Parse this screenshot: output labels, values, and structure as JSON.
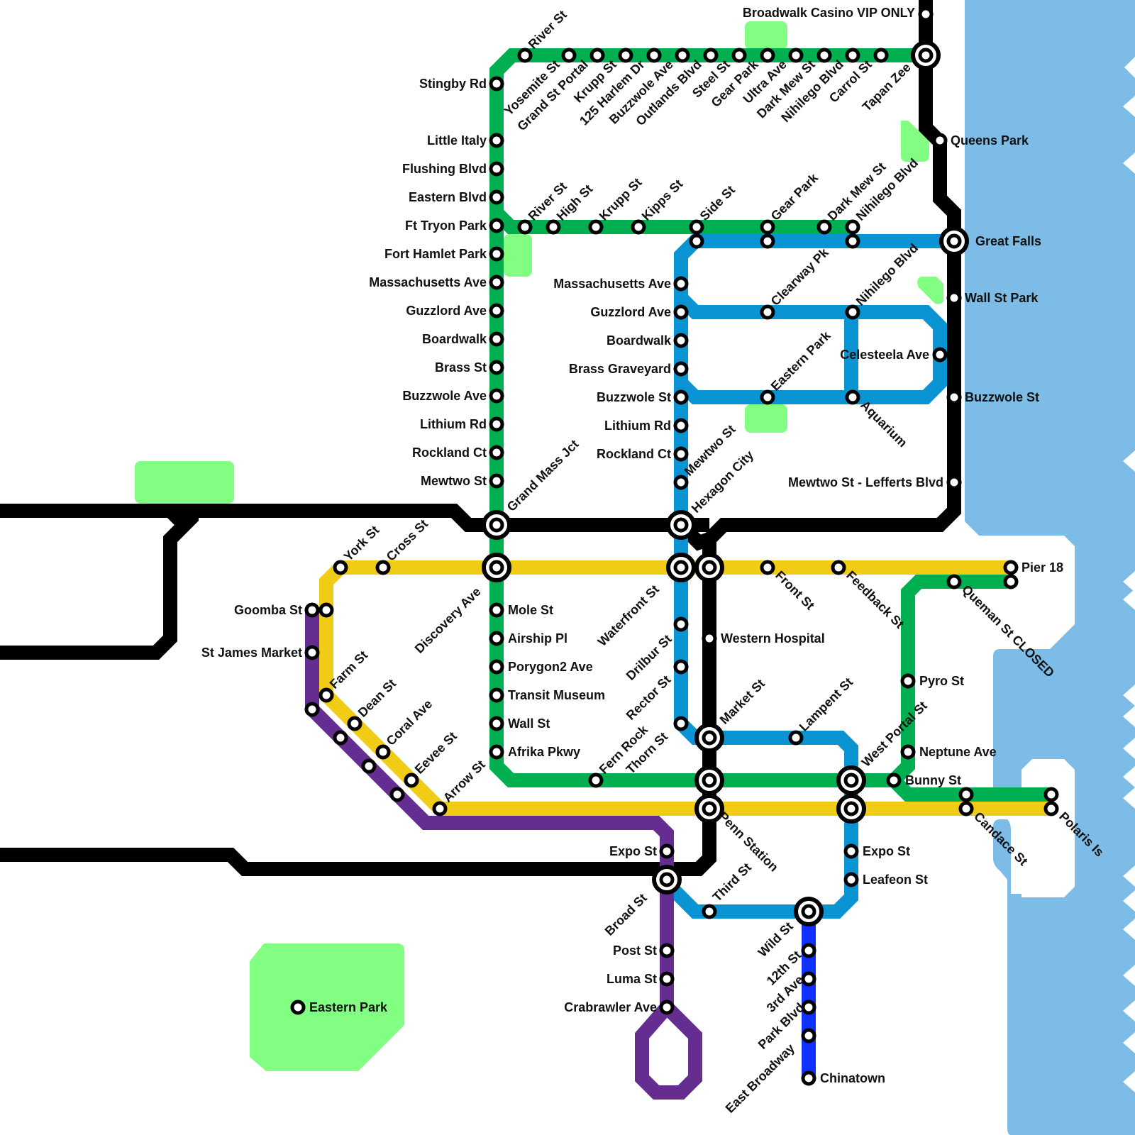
{
  "map_title": "Transit Network Map",
  "colors": {
    "green_line": "#00b050",
    "blue_line": "#0b94d4",
    "yellow_line": "#f0cc16",
    "purple_line": "#662d91",
    "black_line": "#000000",
    "express_blue_line": "#0f31ff",
    "water": "#7cbce6",
    "park": "#82ff82"
  },
  "lines": [
    {
      "id": "green",
      "name": "Green Line"
    },
    {
      "id": "blue",
      "name": "Blue Line"
    },
    {
      "id": "yellow",
      "name": "Yellow Line"
    },
    {
      "id": "purple",
      "name": "Purple Line"
    },
    {
      "id": "black",
      "name": "Black Line"
    },
    {
      "id": "express_blue",
      "name": "Express Blue Line"
    }
  ],
  "stations": {
    "green_top": [
      "River St",
      "Yosemite St",
      "Grand St Portal",
      "Krupp St",
      "125 Harlem Dr",
      "Buzzwole Ave",
      "Outlands Blvd",
      "Steel St",
      "Gear Park",
      "Ultra Ave",
      "Dark Mew St",
      "Nihilego Blvd",
      "Carrol St",
      "Tapan Zee"
    ],
    "green_mid": [
      "River St",
      "High St",
      "Krupp St",
      "Kipps St",
      "Side St",
      "Gear Park",
      "Dark Mew St",
      "Nihilego Blvd"
    ],
    "green_west": [
      "Stingby Rd",
      "Little Italy",
      "Flushing Blvd",
      "Eastern Blvd",
      "Ft Tryon Park",
      "Fort Hamlet Park",
      "Massachusetts Ave",
      "Guzzlord Ave",
      "Boardwalk",
      "Brass St",
      "Buzzwole Ave",
      "Lithium Rd",
      "Rockland Ct",
      "Mewtwo St",
      "Grand Mass Jct",
      "Discovery Ave",
      "Mole St",
      "Airship Pl",
      "Porygon2 Ave",
      "Transit Museum",
      "Wall St",
      "Afrika Pkwy"
    ],
    "green_south": [
      "Fern Rock",
      "Bunny St",
      "Pyro St",
      "Neptune Ave",
      "Queman St CLOSED",
      "Pier 18",
      "Candace St",
      "Polaris Is"
    ],
    "blue_west": [
      "Massachusetts Ave",
      "Guzzlord Ave",
      "Boardwalk",
      "Brass Graveyard",
      "Buzzwole St",
      "Lithium Rd",
      "Rockland Ct",
      "Mewtwo St",
      "Hexagon City",
      "Waterfront St",
      "Drilbur St",
      "Rector St",
      "Thorn St"
    ],
    "blue_east": [
      "Clearway Pk",
      "Nihilego Blvd",
      "Eastern Park",
      "Aquarium",
      "Celesteela Ave"
    ],
    "blue_south": [
      "Lampent St",
      "West Portal St",
      "Expo St",
      "Leafeon St",
      "Third St",
      "Broad St"
    ],
    "yellow": [
      "York St",
      "Cross St",
      "Goomba St",
      "Farm St",
      "Dean St",
      "Coral Ave",
      "Eevee St",
      "Arrow St",
      "Front St",
      "Feedback St"
    ],
    "purple": [
      "St James Market",
      "Expo St",
      "Post St",
      "Luma St",
      "Crabrawler Ave"
    ],
    "black": [
      "Broadwalk Casino VIP ONLY",
      "Queens Park",
      "Great Falls",
      "Wall St Park",
      "Buzzwole St",
      "Mewtwo St - Lefferts Blvd",
      "Western Hospital",
      "Market St",
      "Penn Station"
    ],
    "express_blue": [
      "Wild St",
      "12th St",
      "3rd Ave",
      "Park Blvd",
      "East Broadway",
      "Chinatown"
    ],
    "standalone": [
      "Eastern Park"
    ]
  },
  "labels": [
    {
      "id": "l1",
      "text": "Broadwalk Casino VIP ONLY"
    },
    {
      "id": "l2",
      "text": "River St"
    },
    {
      "id": "l3",
      "text": "Yosemite St"
    },
    {
      "id": "l4",
      "text": "Grand St Portal"
    },
    {
      "id": "l5",
      "text": "Krupp St"
    },
    {
      "id": "l6",
      "text": "125 Harlem Dr"
    },
    {
      "id": "l7",
      "text": "Buzzwole Ave"
    },
    {
      "id": "l8",
      "text": "Outlands Blvd"
    },
    {
      "id": "l9",
      "text": "Steel St"
    },
    {
      "id": "l10",
      "text": "Gear Park"
    },
    {
      "id": "l11",
      "text": "Ultra Ave"
    },
    {
      "id": "l12",
      "text": "Dark Mew St"
    },
    {
      "id": "l13",
      "text": "Nihilego Blvd"
    },
    {
      "id": "l14",
      "text": "Carrol St"
    },
    {
      "id": "l15",
      "text": "Tapan Zee"
    },
    {
      "id": "l16",
      "text": "Stingby Rd"
    },
    {
      "id": "l17",
      "text": "Little Italy"
    },
    {
      "id": "l18",
      "text": "Flushing Blvd"
    },
    {
      "id": "l19",
      "text": "Eastern Blvd"
    },
    {
      "id": "l20",
      "text": "Ft Tryon Park"
    },
    {
      "id": "l21",
      "text": "Fort Hamlet Park"
    },
    {
      "id": "l22",
      "text": "Massachusetts Ave"
    },
    {
      "id": "l23",
      "text": "Guzzlord Ave"
    },
    {
      "id": "l24",
      "text": "Boardwalk"
    },
    {
      "id": "l25",
      "text": "Brass St"
    },
    {
      "id": "l26",
      "text": "Buzzwole Ave"
    },
    {
      "id": "l27",
      "text": "Lithium Rd"
    },
    {
      "id": "l28",
      "text": "Rockland Ct"
    },
    {
      "id": "l29",
      "text": "Mewtwo St"
    },
    {
      "id": "l30",
      "text": "Queens Park"
    },
    {
      "id": "l31",
      "text": "River St"
    },
    {
      "id": "l32",
      "text": "High St"
    },
    {
      "id": "l33",
      "text": "Krupp St"
    },
    {
      "id": "l34",
      "text": "Kipps St"
    },
    {
      "id": "l35",
      "text": "Side St"
    },
    {
      "id": "l36",
      "text": "Gear Park"
    },
    {
      "id": "l37",
      "text": "Dark Mew St"
    },
    {
      "id": "l38",
      "text": "Nihilego Blvd"
    },
    {
      "id": "l39",
      "text": "Great Falls"
    },
    {
      "id": "l40",
      "text": "Massachusetts Ave"
    },
    {
      "id": "l41",
      "text": "Clearway Pk"
    },
    {
      "id": "l42",
      "text": "Nihilego Blvd"
    },
    {
      "id": "l43",
      "text": "Wall St Park"
    },
    {
      "id": "l44",
      "text": "Guzzlord Ave"
    },
    {
      "id": "l45",
      "text": "Boardwalk"
    },
    {
      "id": "l46",
      "text": "Celesteela Ave"
    },
    {
      "id": "l47",
      "text": "Brass Graveyard"
    },
    {
      "id": "l48",
      "text": "Eastern Park"
    },
    {
      "id": "l49",
      "text": "Buzzwole St"
    },
    {
      "id": "l50",
      "text": "Buzzwole St"
    },
    {
      "id": "l51",
      "text": "Aquarium"
    },
    {
      "id": "l52",
      "text": "Lithium Rd"
    },
    {
      "id": "l53",
      "text": "Mewtwo St"
    },
    {
      "id": "l54",
      "text": "Rockland Ct"
    },
    {
      "id": "l55",
      "text": "Hexagon City"
    },
    {
      "id": "l56",
      "text": "Mewtwo St - Lefferts Blvd"
    },
    {
      "id": "l57",
      "text": "Grand Mass Jct"
    },
    {
      "id": "l58",
      "text": "York St"
    },
    {
      "id": "l59",
      "text": "Cross St"
    },
    {
      "id": "l60",
      "text": "Pier 18"
    },
    {
      "id": "l61",
      "text": "Discovery Ave"
    },
    {
      "id": "l62",
      "text": "Waterfront St"
    },
    {
      "id": "l63",
      "text": "Front St"
    },
    {
      "id": "l64",
      "text": "Feedback St"
    },
    {
      "id": "l65",
      "text": "Queman St CLOSED"
    },
    {
      "id": "l66",
      "text": "Goomba St"
    },
    {
      "id": "l67",
      "text": "Mole St"
    },
    {
      "id": "l68",
      "text": "Airship Pl"
    },
    {
      "id": "l69",
      "text": "Western Hospital"
    },
    {
      "id": "l70",
      "text": "St James Market"
    },
    {
      "id": "l71",
      "text": "Drilbur St"
    },
    {
      "id": "l72",
      "text": "Farm St"
    },
    {
      "id": "l73",
      "text": "Porygon2 Ave"
    },
    {
      "id": "l74",
      "text": "Pyro St"
    },
    {
      "id": "l75",
      "text": "Transit Museum"
    },
    {
      "id": "l76",
      "text": "Rector St"
    },
    {
      "id": "l77",
      "text": "Dean St"
    },
    {
      "id": "l78",
      "text": "Lampent St"
    },
    {
      "id": "l79",
      "text": "Coral Ave"
    },
    {
      "id": "l80",
      "text": "Wall St"
    },
    {
      "id": "l81",
      "text": "Market St"
    },
    {
      "id": "l82",
      "text": "West Portal St"
    },
    {
      "id": "l83",
      "text": "Eevee St"
    },
    {
      "id": "l84",
      "text": "Afrika Pkwy"
    },
    {
      "id": "l85",
      "text": "Fern Rock"
    },
    {
      "id": "l86",
      "text": "Thorn St"
    },
    {
      "id": "l87",
      "text": "Neptune Ave"
    },
    {
      "id": "l88",
      "text": "Arrow St"
    },
    {
      "id": "l89",
      "text": "Bunny St"
    },
    {
      "id": "l90",
      "text": "Penn Station"
    },
    {
      "id": "l91",
      "text": "Candace St"
    },
    {
      "id": "l92",
      "text": "Polaris Is"
    },
    {
      "id": "l93",
      "text": "Expo St"
    },
    {
      "id": "l94",
      "text": "Expo St"
    },
    {
      "id": "l95",
      "text": "Leafeon St"
    },
    {
      "id": "l96",
      "text": "Third St"
    },
    {
      "id": "l97",
      "text": "Broad St"
    },
    {
      "id": "l98",
      "text": "Wild St"
    },
    {
      "id": "l99",
      "text": "Post St"
    },
    {
      "id": "l100",
      "text": "12th St"
    },
    {
      "id": "l101",
      "text": "Luma St"
    },
    {
      "id": "l102",
      "text": "3rd Ave"
    },
    {
      "id": "l103",
      "text": "Crabrawler Ave"
    },
    {
      "id": "l104",
      "text": "Park Blvd"
    },
    {
      "id": "l105",
      "text": "Eastern Park"
    },
    {
      "id": "l106",
      "text": "East Broadway"
    },
    {
      "id": "l107",
      "text": "Chinatown"
    }
  ]
}
